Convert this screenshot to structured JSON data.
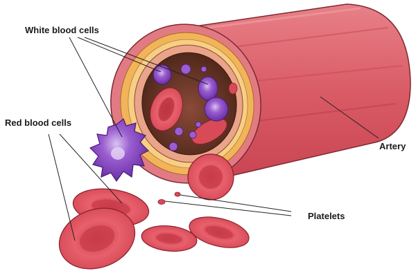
{
  "labels": {
    "white_blood_cells": "White blood cells",
    "red_blood_cells": "Red blood cells",
    "artery": "Artery",
    "platelets": "Platelets"
  },
  "colors": {
    "artery_outer": "#d9606a",
    "artery_inner_wall": "#f2b45a",
    "artery_lumen": "#6e3a2e",
    "red_blood_cell": "#e0505e",
    "white_blood_cell": "#8a4fc4",
    "leader_line": "#222222"
  }
}
